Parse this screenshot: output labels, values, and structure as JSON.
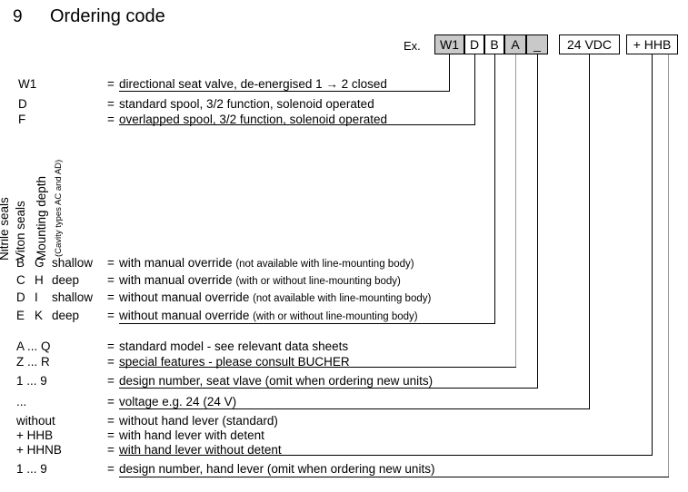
{
  "header": {
    "number": "9",
    "title": "Ordering code"
  },
  "example": {
    "label": "Ex.",
    "boxes": [
      {
        "text": "W1",
        "shaded": true
      },
      {
        "text": "D",
        "shaded": false
      },
      {
        "text": "B",
        "shaded": false
      },
      {
        "text": "A",
        "shaded": true
      },
      {
        "text": "_",
        "shaded": true
      },
      {
        "text": "24 VDC",
        "shaded": false
      },
      {
        "text": "+ HHB",
        "shaded": false
      },
      {
        "text": "_",
        "shaded": true
      }
    ]
  },
  "vertical_labels": [
    {
      "text": "Nitrile seals"
    },
    {
      "text": "Viton seals"
    },
    {
      "text": "Mounting depth"
    },
    {
      "text": "(Cavity types AC and AD)"
    }
  ],
  "rows": {
    "valve_type": [
      {
        "code": "W1",
        "eq": "=",
        "desc": "directional seat valve, de-energised 1 → 2 closed"
      }
    ],
    "spool": [
      {
        "code": "D",
        "eq": "=",
        "desc": "standard spool, 3/2 function, solenoid operated"
      },
      {
        "code": "F",
        "eq": "=",
        "desc": "overlapped spool, 3/2 function, solenoid operated"
      }
    ],
    "seals_override": [
      {
        "code": "B",
        "code2": "G",
        "depth": "shallow",
        "eq": "=",
        "desc": "with manual override ",
        "note": "(not available with line-mounting body)"
      },
      {
        "code": "C",
        "code2": "H",
        "depth": "deep",
        "eq": "=",
        "desc": "with manual override ",
        "note": "(with or without line-mounting body)"
      },
      {
        "code": "D",
        "code2": "I",
        "depth": "shallow",
        "eq": "=",
        "desc": "without manual override ",
        "note": "(not available with line-mounting body)"
      },
      {
        "code": "E",
        "code2": "K",
        "depth": "deep",
        "eq": "=",
        "desc": "without manual override ",
        "note": "(with or without line-mounting body)"
      }
    ],
    "model": [
      {
        "code": "A ... Q",
        "eq": "=",
        "desc": "standard model - see relevant data sheets"
      },
      {
        "code": "Z ... R",
        "eq": "=",
        "desc": "special features - please consult BUCHER"
      }
    ],
    "design_valve": [
      {
        "code": "1 ... 9",
        "eq": "=",
        "desc": "design number, seat vlave (omit when ordering new units)"
      }
    ],
    "voltage": [
      {
        "code": "...",
        "eq": "=",
        "desc": "voltage e.g. 24 (24 V)"
      }
    ],
    "hand_lever": [
      {
        "code": "without",
        "eq": "=",
        "desc": "without hand lever (standard)"
      },
      {
        "code": "+ HHB",
        "eq": "=",
        "desc": "with hand lever with detent"
      },
      {
        "code": "+ HHNB",
        "eq": "=",
        "desc": "with hand lever without detent"
      }
    ],
    "design_lever": [
      {
        "code": "1 ... 9",
        "eq": "=",
        "desc": "design number, hand lever (omit when ordering new units)"
      }
    ]
  },
  "colors": {
    "line": "#000000",
    "line_grey": "#9a9a9a",
    "box_shaded": "#c9c9c9",
    "background": "#ffffff"
  }
}
